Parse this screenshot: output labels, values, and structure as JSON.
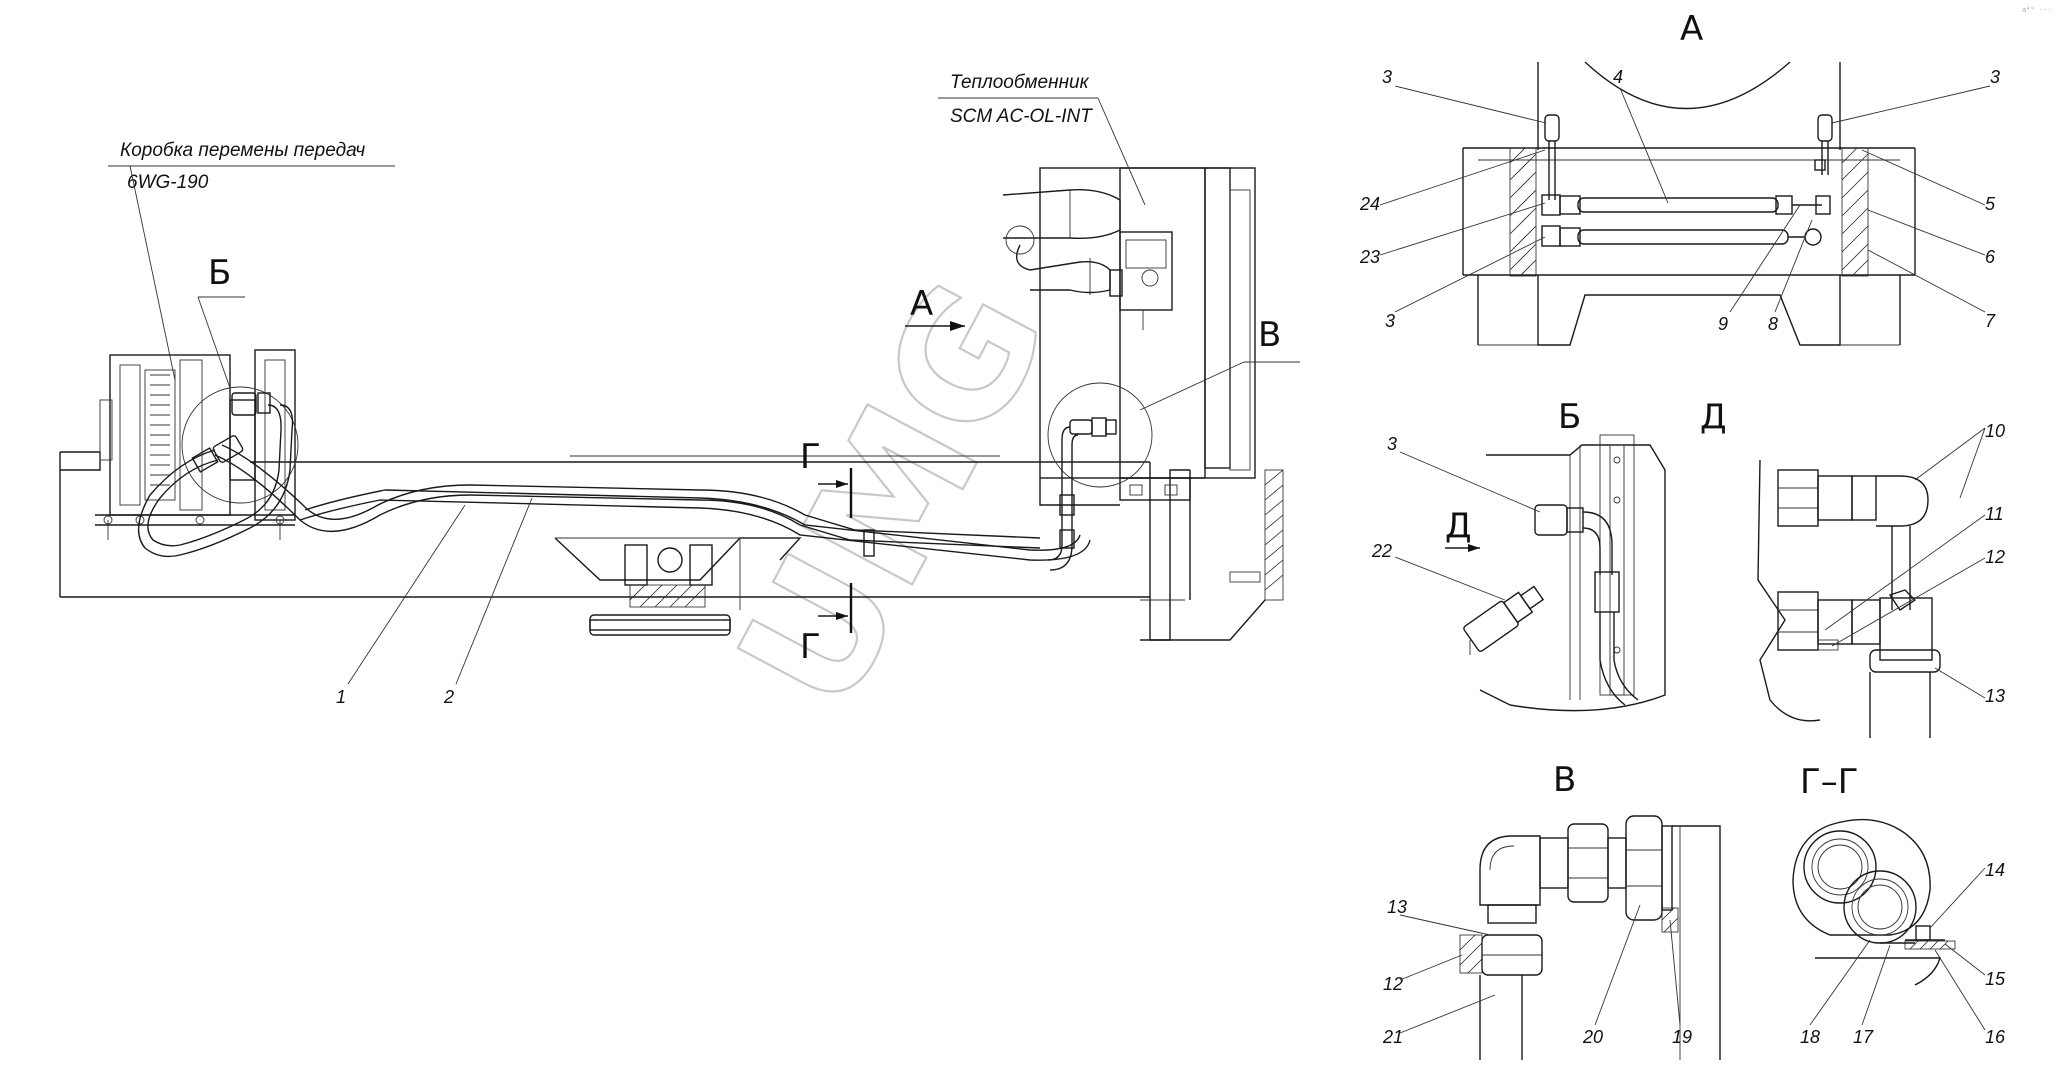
{
  "captions": {
    "gearbox_title": "Коробка перемены передач",
    "gearbox_model": "6WG-190",
    "cooler_title": "Теплообменник",
    "cooler_model": "SCM AC-OL-INT"
  },
  "views": {
    "A": "А",
    "B": "Б",
    "V": "В",
    "G": "Г",
    "D": "Д",
    "GG": "Г–Г"
  },
  "main_labels": [
    "1",
    "2"
  ],
  "view_a_labels": [
    "3",
    "3",
    "4",
    "24",
    "23",
    "3",
    "5",
    "6",
    "7",
    "9",
    "8"
  ],
  "view_b_labels": [
    "3",
    "22"
  ],
  "view_d_labels": [
    "10",
    "11",
    "12",
    "13"
  ],
  "view_v_labels": [
    "13",
    "12",
    "21",
    "20",
    "19"
  ],
  "view_gg_labels": [
    "14",
    "15",
    "16",
    "17",
    "18"
  ],
  "watermark": "UMG",
  "corner_mark": "a⁴⁹ ···"
}
